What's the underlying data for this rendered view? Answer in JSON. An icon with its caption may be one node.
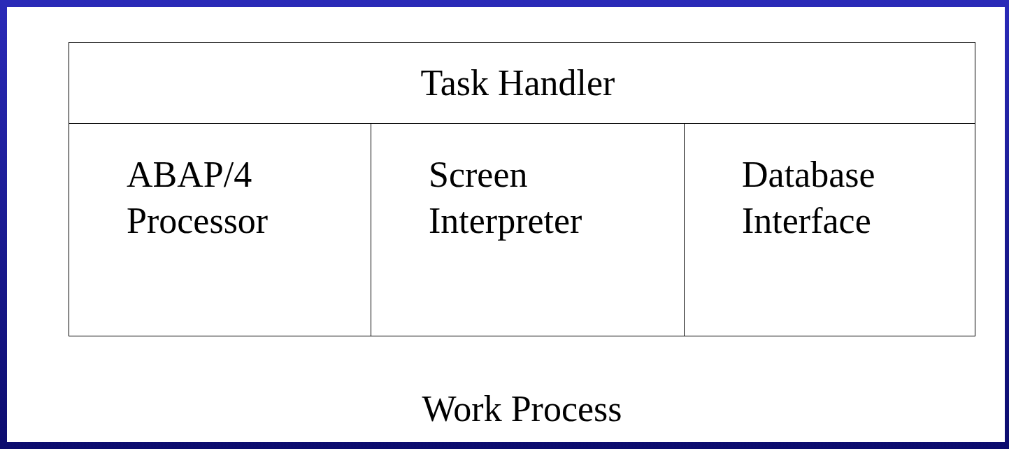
{
  "diagram": {
    "nodes": [
      {
        "text": [
          "Work Process"
        ]
      },
      {
        "text": [
          "Task Handler"
        ],
        "in": 0
      },
      {
        "text": [
          "ABAP/4 Processor"
        ],
        "in": 0
      },
      {
        "text": [
          "Screen Interpreter"
        ],
        "in": 0
      },
      {
        "text": [
          "Database Interface"
        ],
        "in": 0
      }
    ]
  }
}
